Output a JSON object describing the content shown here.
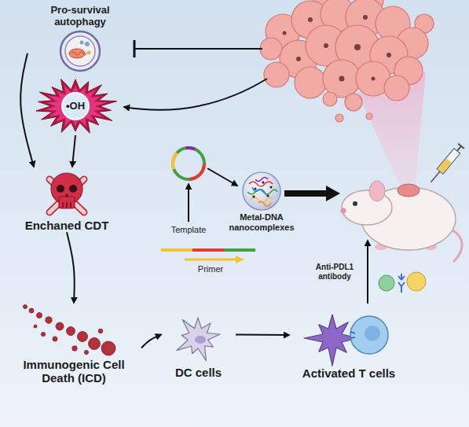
{
  "diagram": {
    "nodes": [
      {
        "text": [
          "Pro-survival autophagy"
        ]
      },
      {
        "text": [
          "•OH"
        ]
      },
      {
        "text": [
          "Enchaned CDT"
        ]
      },
      {
        "text": [
          "Immunogenic Cell Death (ICD)"
        ]
      },
      {
        "text": [
          "DC cells"
        ]
      },
      {
        "text": [
          "Activated T cells"
        ]
      },
      {
        "text": [
          "Metal-DNA nanocomplexes"
        ]
      }
    ],
    "edges": [
      {
        "from": 0,
        "to": 2,
        "arrow": "to"
      },
      {
        "from": 1,
        "to": 2,
        "arrow": "to"
      },
      {
        "from": 2,
        "to": 3,
        "arrow": "to"
      },
      {
        "from": 3,
        "to": 4,
        "arrow": "to"
      },
      {
        "from": 4,
        "to": 5,
        "arrow": "to"
      }
    ],
    "labels": [
      "Template",
      "Primer",
      "Anti-PDL1 antibody"
    ]
  }
}
